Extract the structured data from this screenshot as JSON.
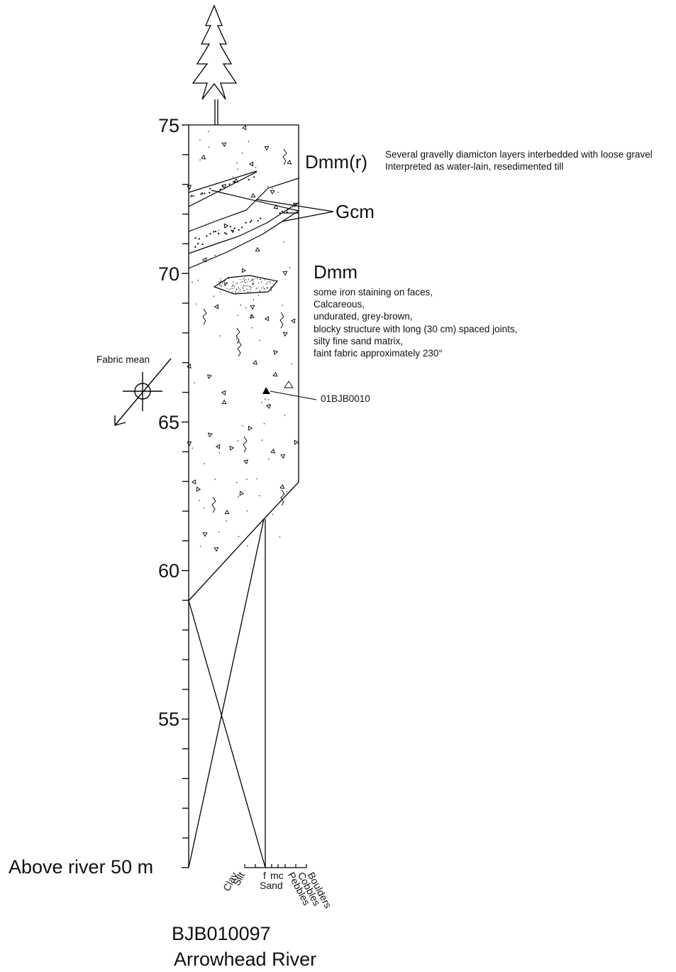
{
  "section": {
    "id": "BJB010097",
    "location": "Arrowhead River"
  },
  "axis": {
    "base_label": "Above river 50 m",
    "tick_labels": [
      "75",
      "70",
      "65",
      "60",
      "55"
    ]
  },
  "grain_size_scale": {
    "labels": [
      "Clay",
      "Silt",
      "f",
      "mc",
      "Sand",
      "Pebbles",
      "Cobbles",
      "Boulders"
    ]
  },
  "units": {
    "upper": {
      "code": "Dmm(r)",
      "notes": [
        "Several gravelly diamicton layers interbedded with loose gravel",
        "Interpreted as water-lain, resedimented till"
      ]
    },
    "gravel": {
      "code": "Gcm"
    },
    "lower": {
      "code": "Dmm",
      "notes": [
        "some iron staining on faces,",
        "Calcareous,",
        "undurated, grey-brown,",
        "blocky structure with long (30 cm) spaced joints,",
        "silty fine sand matrix,",
        "faint fabric  approximately 230°"
      ]
    }
  },
  "sample": {
    "id": "01BJB0010"
  },
  "fabric": {
    "label": "Fabric mean"
  }
}
